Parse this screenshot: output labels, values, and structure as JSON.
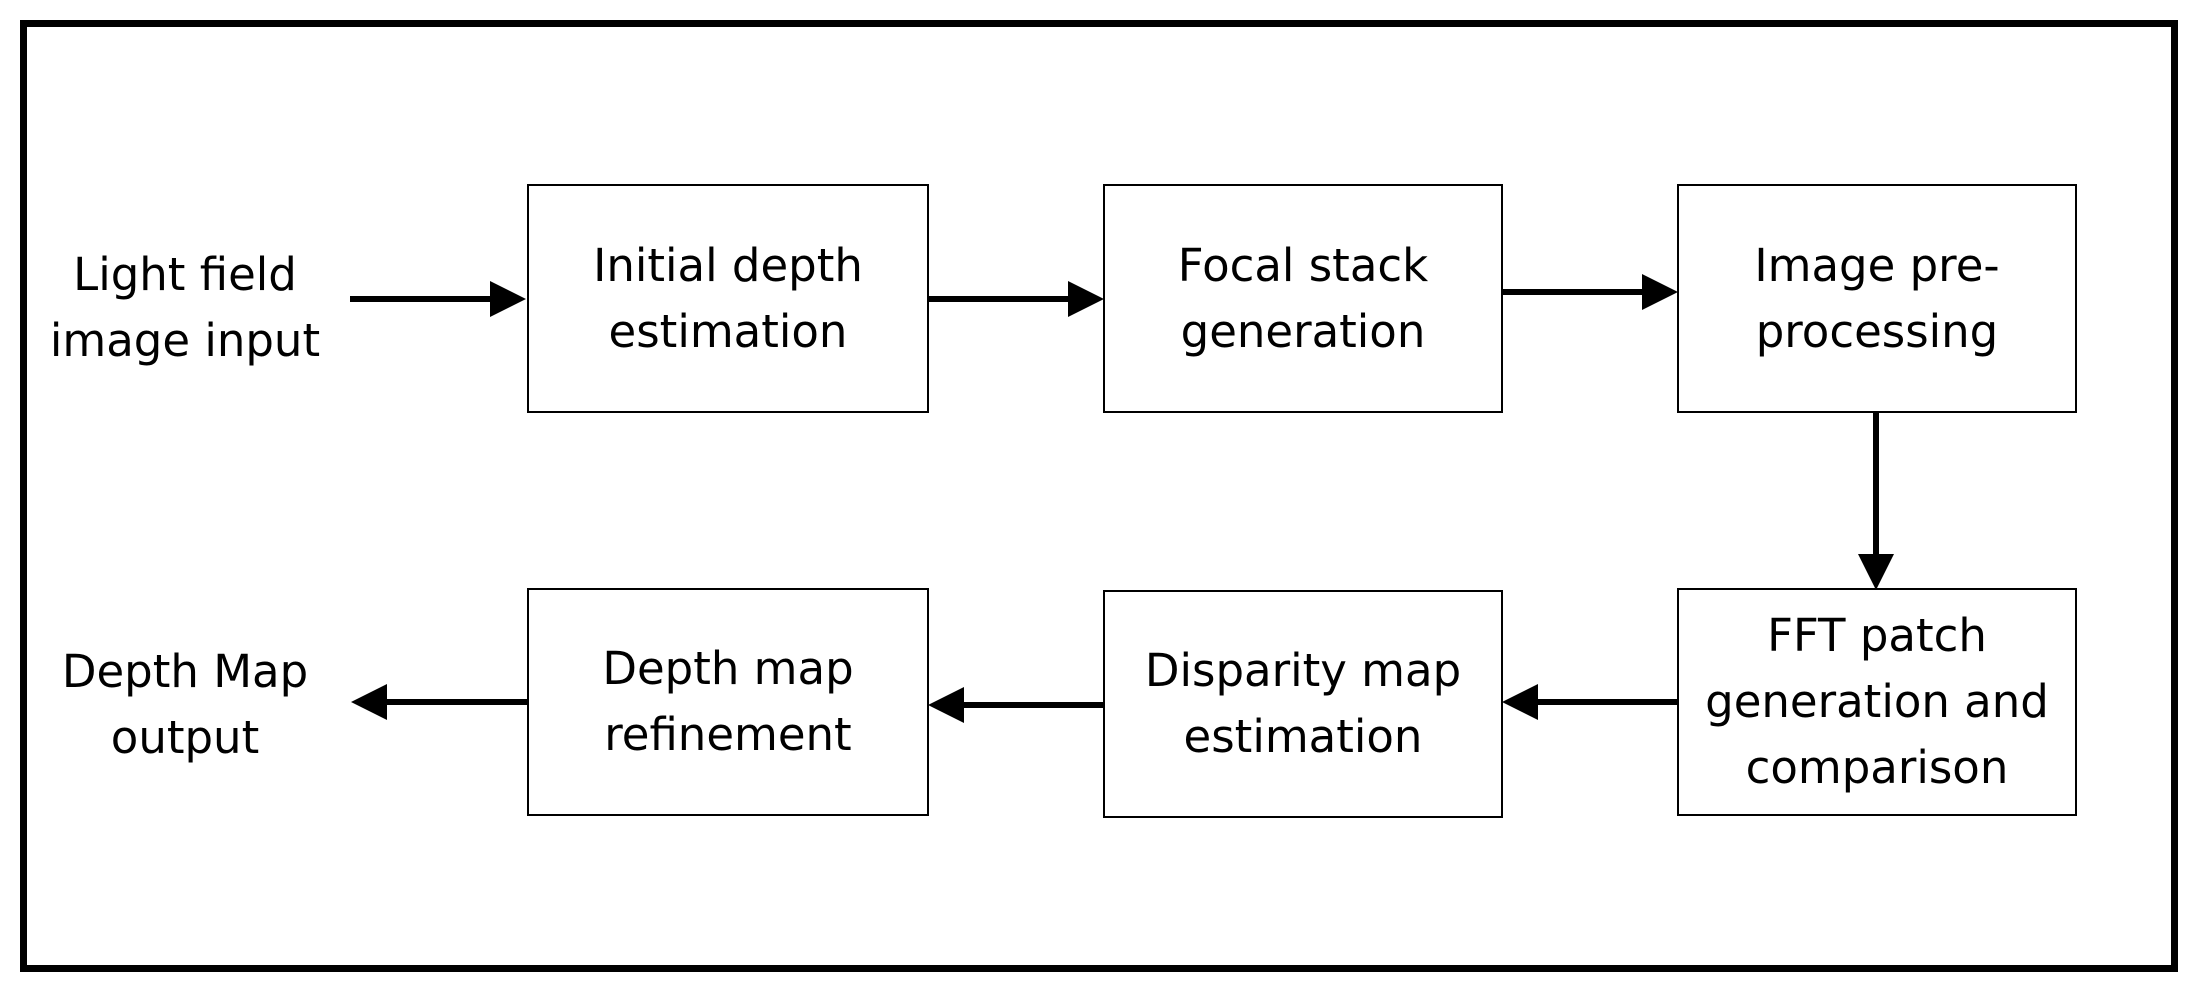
{
  "input_label": "Light field\nimage input",
  "output_label": "Depth Map\noutput",
  "steps": [
    {
      "label": "Initial depth\nestimation"
    },
    {
      "label": "Focal stack\ngeneration"
    },
    {
      "label": "Image pre-\nprocessing"
    },
    {
      "label": "FFT patch\ngeneration and\ncomparison"
    },
    {
      "label": "Disparity map\nestimation"
    },
    {
      "label": "Depth map\nrefinement"
    }
  ],
  "colors": {
    "line": "#000000",
    "background": "#ffffff"
  }
}
